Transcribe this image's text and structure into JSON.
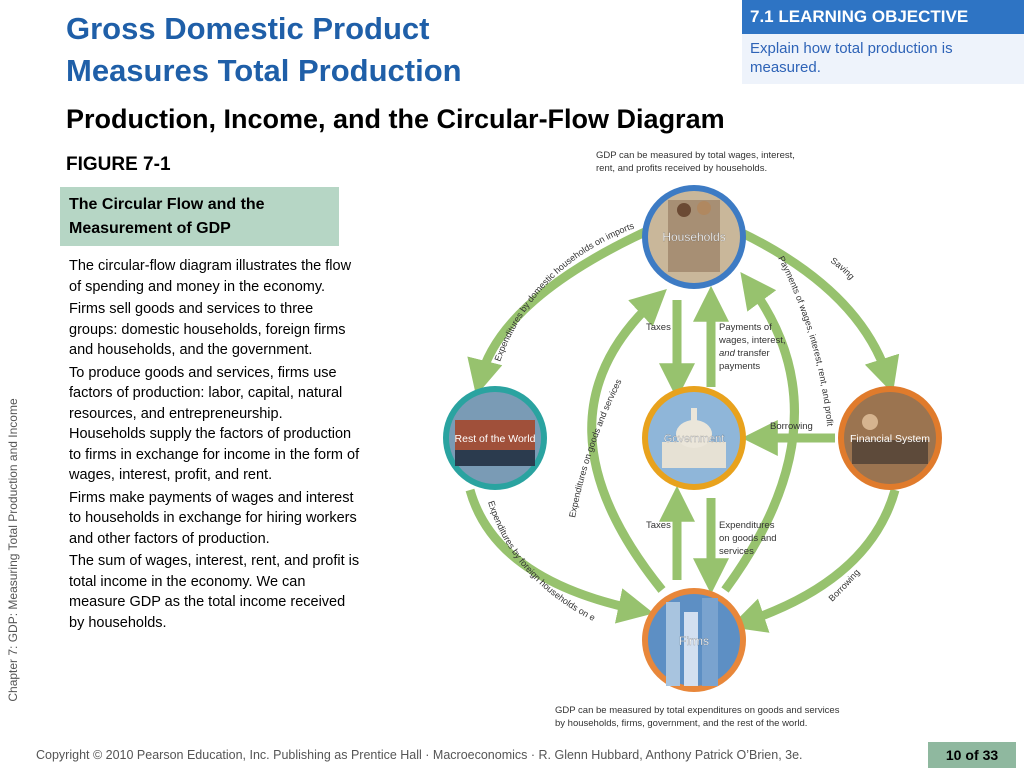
{
  "title": {
    "line1": "Gross Domestic Product",
    "line2": "Measures Total Production"
  },
  "learning_objective": {
    "heading": "7.1 LEARNING OBJECTIVE",
    "text": "Explain how total production is measured."
  },
  "subtitle": "Production, Income, and the Circular-Flow Diagram",
  "figure": {
    "label": "FIGURE 7-1",
    "caption": "The Circular Flow and the Measurement of GDP"
  },
  "body_paragraphs": [
    "The circular-flow diagram illustrates the flow of spending and money in the economy.",
    "Firms sell goods and services to three groups: domestic households, foreign firms and households, and the government.",
    "To produce goods and services, firms use factors of production: labor, capital, natural resources, and entrepreneurship. Households supply the factors of production to firms in exchange for income in the form of wages, interest, profit, and rent.",
    "Firms make payments of wages and interest to households in exchange for hiring workers and other factors of production.",
    "The sum of wages, interest, rent, and profit is total income in the economy. We can measure GDP as the total income received by households."
  ],
  "diagram": {
    "nodes": {
      "households": "Households",
      "rest_of_world": "Rest of the World",
      "government": "Government",
      "financial_system": "Financial System",
      "firms": "Firms"
    },
    "notes": {
      "top_line1": "GDP can be measured by total wages, interest,",
      "top_line2": "rent, and profits received by households.",
      "bottom_line1": "GDP can be measured by total expenditures on goods and services",
      "bottom_line2": "by households, firms, government, and the rest of the world."
    },
    "flows": {
      "imports": "Expenditures by domestic households on imports",
      "exports": "Expenditures by foreign households on exports",
      "expenditures_vertical": "Expenditures on goods and services",
      "payments_diag": "Payments of wages, interest, rent, and profit",
      "saving": "Saving",
      "borrowing_gov": "Borrowing",
      "borrowing_firms": "Borrowing",
      "taxes_top": "Taxes",
      "taxes_bottom": "Taxes",
      "transfer_line1": "Payments of",
      "transfer_line2": "wages, interest,",
      "transfer_line3a": "and",
      "transfer_line3b": " transfer",
      "transfer_line4": "payments",
      "gov_exp_line1": "Expenditures",
      "gov_exp_line2": "on goods and",
      "gov_exp_line3": "services"
    }
  },
  "sidebar": "Chapter 7:  GDP: Measuring Total Production and Income",
  "footer": "Copyright © 2010 Pearson Education, Inc. Publishing as Prentice Hall · Macroeconomics · R. Glenn Hubbard, Anthony Patrick O’Brien, 3e.",
  "page": {
    "current": "10",
    "of": "of",
    "total": "33"
  },
  "colors": {
    "title_blue": "#1f5fa8",
    "objective_bg": "#2e74c4",
    "caption_bg": "#b6d6c5",
    "arrow_green": "#97c26e",
    "households_ring": "#3d7bc4",
    "government_ring": "#e8a21d",
    "financial_ring": "#e07b2c",
    "firms_ring": "#e8873a",
    "world_ring": "#2aa3a0"
  }
}
